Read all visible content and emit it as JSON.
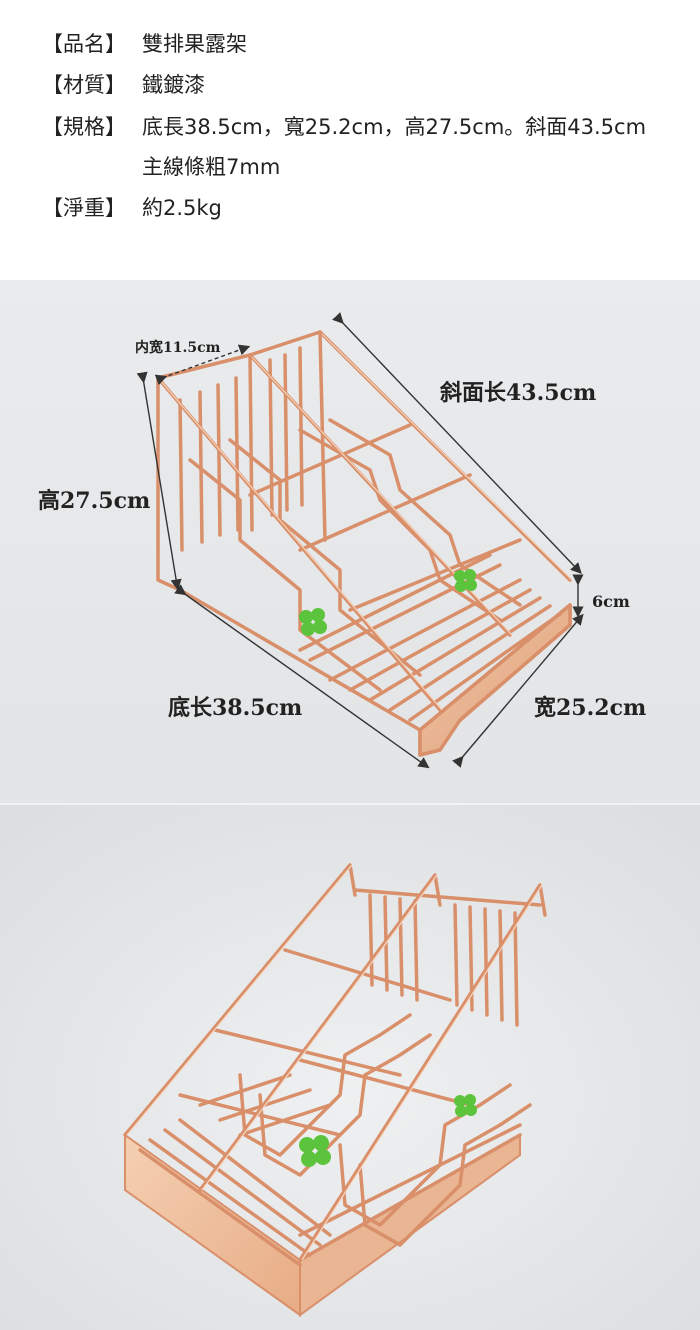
{
  "specs": {
    "name": {
      "label": "【品名】",
      "value": "雙排果露架"
    },
    "material": {
      "label": "【材質】",
      "value": "鐵鍍漆"
    },
    "size": {
      "label": "【規格】",
      "value": "底長38.5cm，寬25.2cm，高27.5cm。斜面43.5cm",
      "value2": "主線條粗7mm"
    },
    "weight": {
      "label": "【淨重】",
      "value": "約2.5kg"
    }
  },
  "photo1": {
    "labels": {
      "inner_width": "内宽11.5cm",
      "slope": "斜面长43.5cm",
      "height": "高27.5cm",
      "front_height": "6cm",
      "base_length": "底长38.5cm",
      "width": "宽25.2cm"
    }
  },
  "colors": {
    "wire": "#d9936f",
    "wire_highlight": "#f3c6a8",
    "clover": "#5cc43c",
    "background": "#e6e8ea"
  }
}
